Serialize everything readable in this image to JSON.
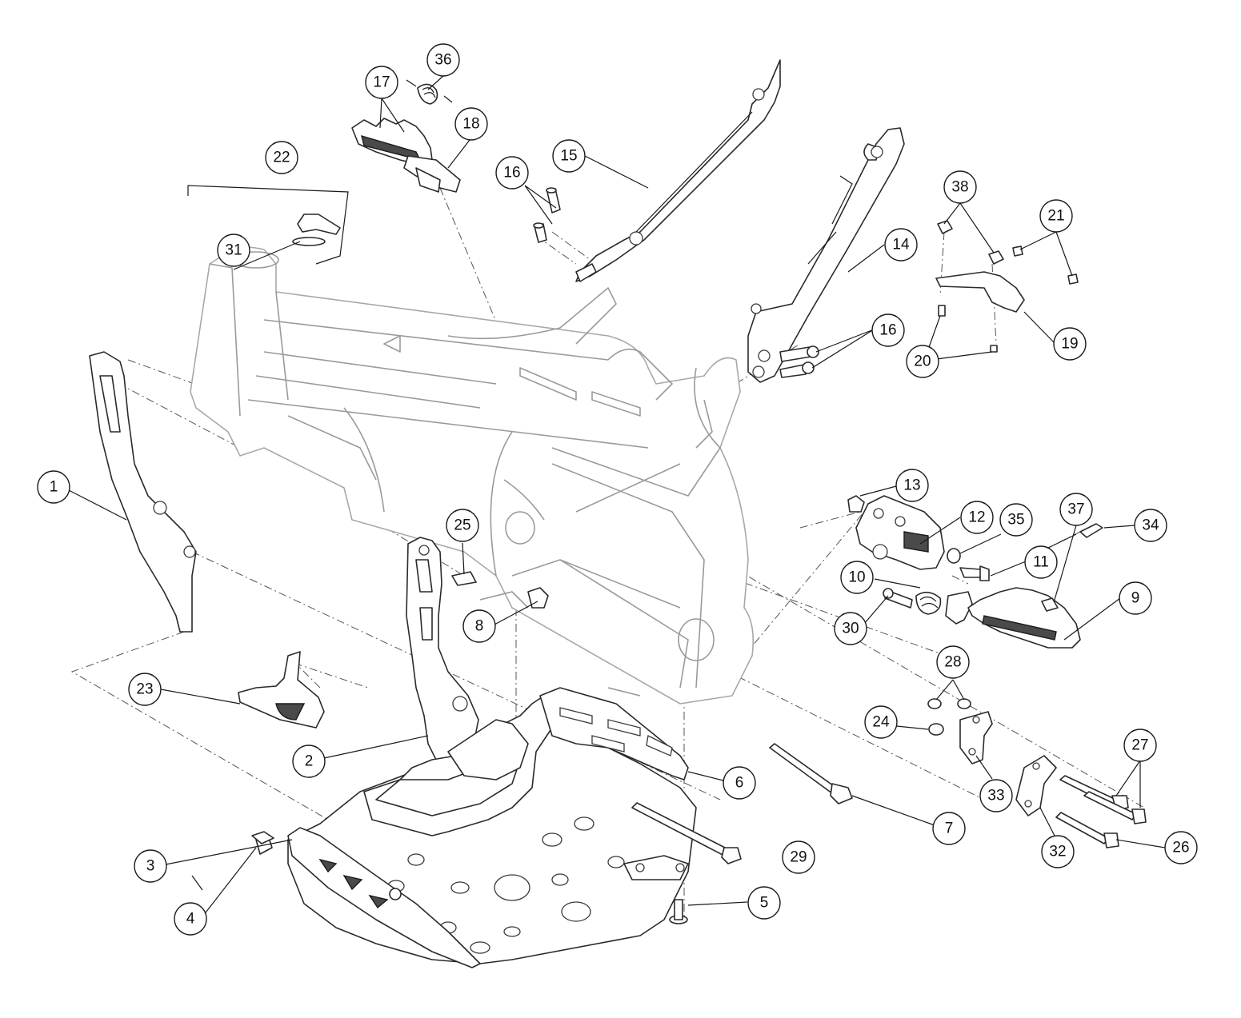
{
  "callouts": [
    {
      "label": "1"
    },
    {
      "label": "2"
    },
    {
      "label": "3"
    },
    {
      "label": "4"
    },
    {
      "label": "5"
    },
    {
      "label": "6"
    },
    {
      "label": "7"
    },
    {
      "label": "8"
    },
    {
      "label": "9"
    },
    {
      "label": "10"
    },
    {
      "label": "11"
    },
    {
      "label": "12"
    },
    {
      "label": "13"
    },
    {
      "label": "14"
    },
    {
      "label": "15"
    },
    {
      "label": "16"
    },
    {
      "label": "16"
    },
    {
      "label": "17"
    },
    {
      "label": "18"
    },
    {
      "label": "19"
    },
    {
      "label": "20"
    },
    {
      "label": "21"
    },
    {
      "label": "22"
    },
    {
      "label": "23"
    },
    {
      "label": "24"
    },
    {
      "label": "25"
    },
    {
      "label": "26"
    },
    {
      "label": "27"
    },
    {
      "label": "28"
    },
    {
      "label": "29"
    },
    {
      "label": "30"
    },
    {
      "label": "31"
    },
    {
      "label": "32"
    },
    {
      "label": "33"
    },
    {
      "label": "34"
    },
    {
      "label": "35"
    },
    {
      "label": "36"
    },
    {
      "label": "37"
    },
    {
      "label": "38"
    }
  ]
}
